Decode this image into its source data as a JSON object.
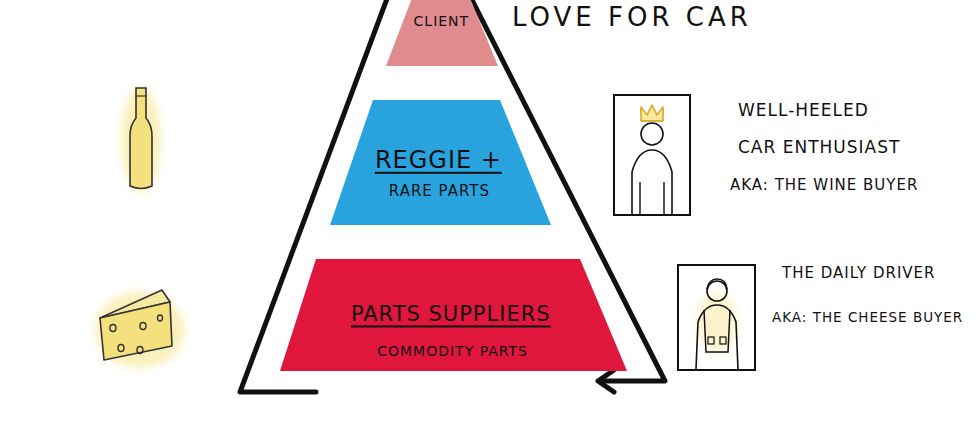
{
  "diagram": {
    "nodes": [
      {
        "text": [
          "CLIENT"
        ]
      },
      {
        "text": [
          "REGGIE +",
          "RARE PARTS"
        ]
      },
      {
        "text": [
          "PARTS SUPPLIERS",
          "COMMODITY PARTS"
        ]
      }
    ],
    "labels": [
      "LOVE FOR CAR",
      "WELL-HEELED CAR ENTHUSIAST",
      "AKA: THE WINE BUYER",
      "THE DAILY DRIVER",
      "AKA: THE CHEESE BUYER"
    ]
  }
}
